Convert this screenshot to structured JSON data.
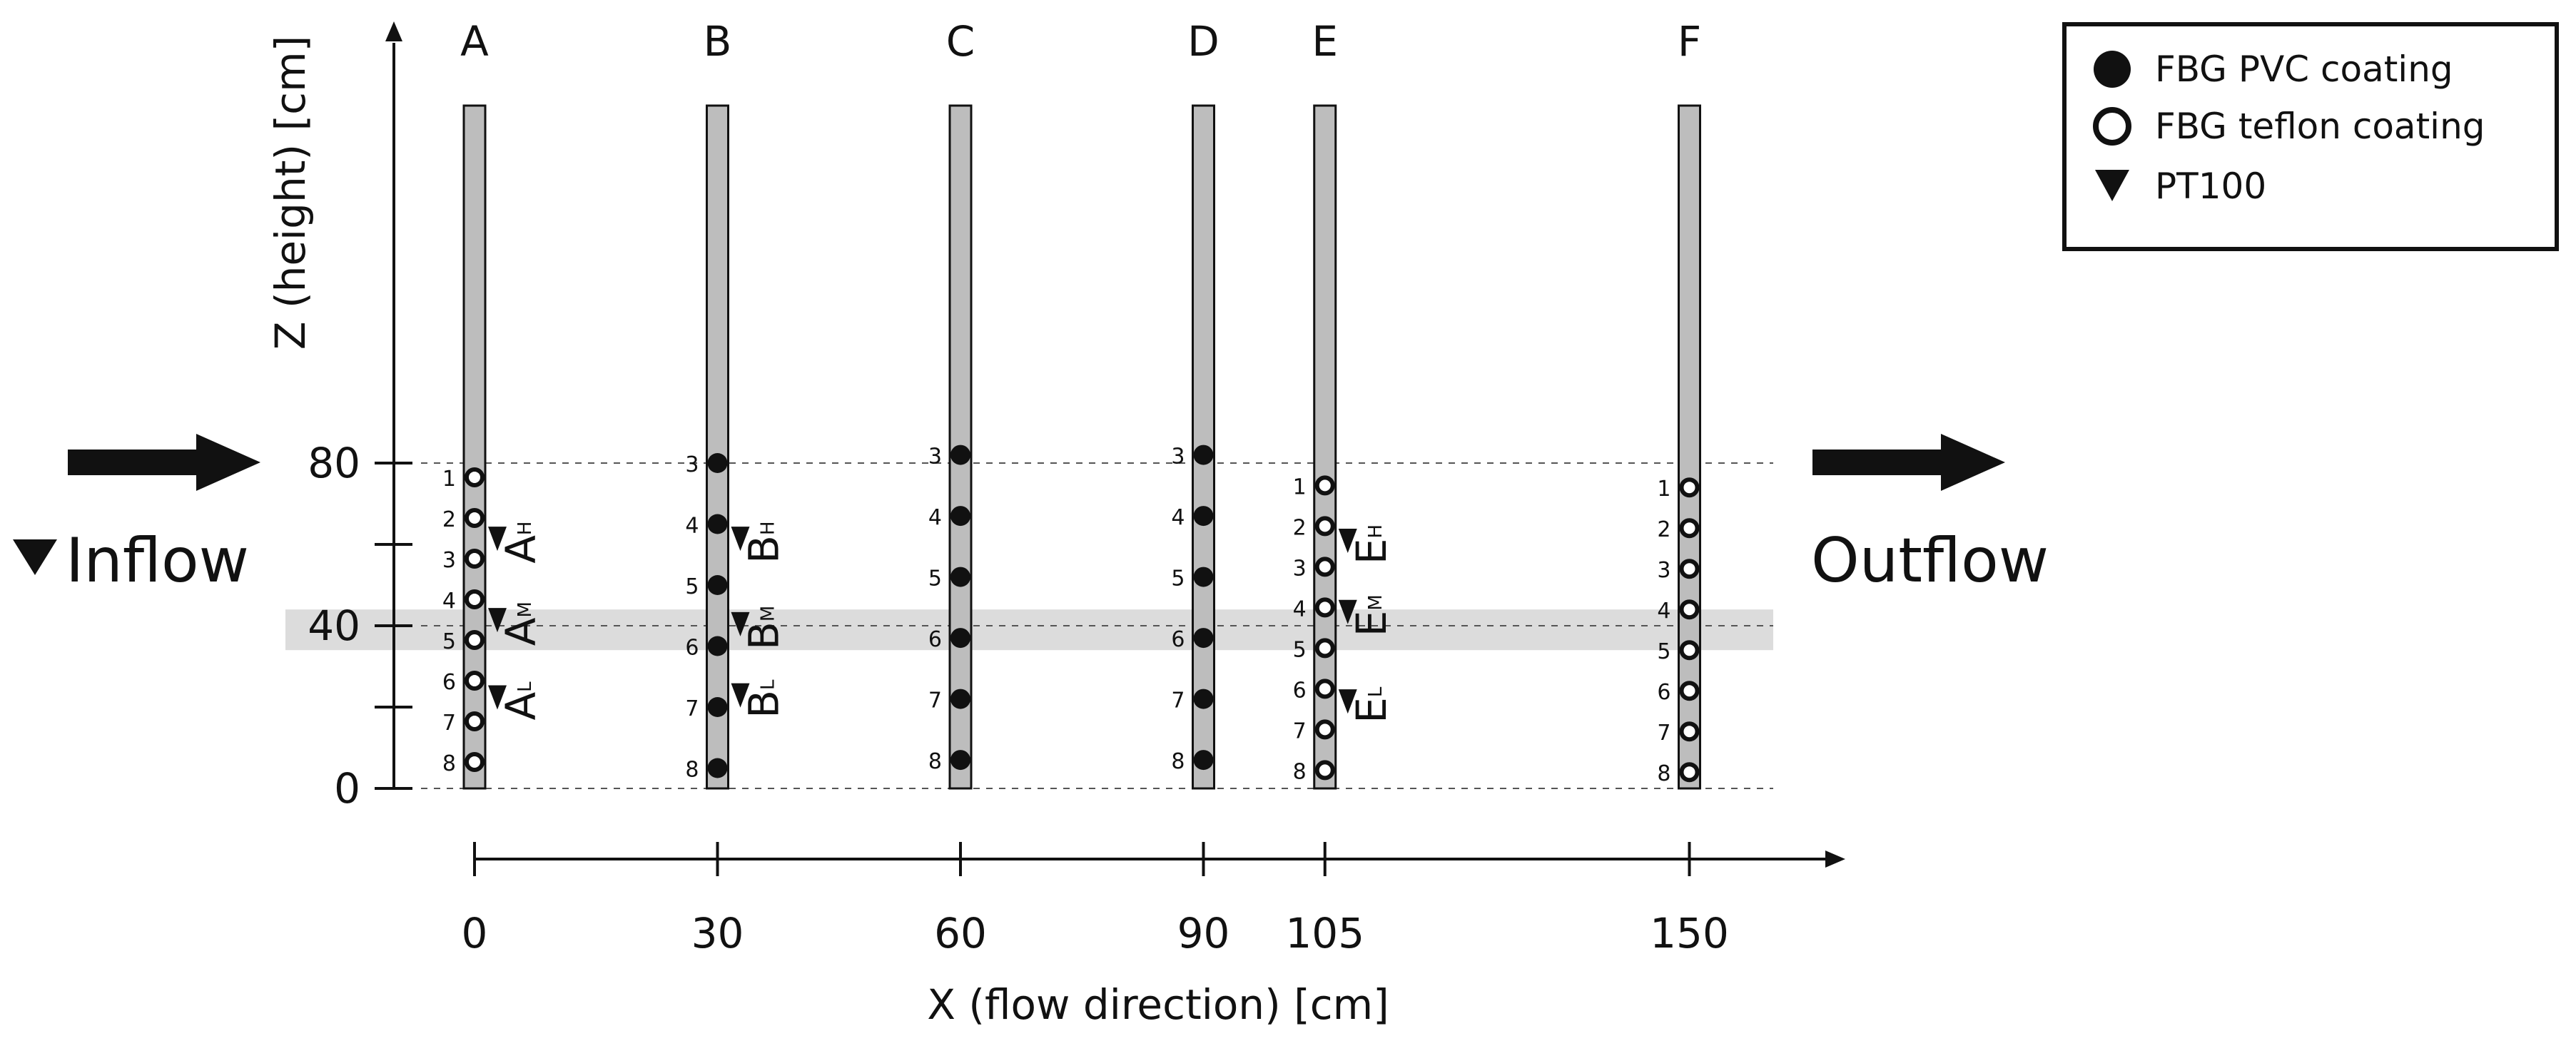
{
  "axes": {
    "x_label": "X (flow direction) [cm]",
    "z_label": "Z (height) [cm]",
    "x_ticks": [
      "0",
      "30",
      "60",
      "90",
      "105",
      "150"
    ],
    "z_ticks": [
      {
        "label": "0",
        "value": 0
      },
      {
        "label": "",
        "value": 20
      },
      {
        "label": "40",
        "value": 40
      },
      {
        "label": "",
        "value": 60
      },
      {
        "label": "80",
        "value": 80
      }
    ]
  },
  "flow": {
    "inflow": "Inflow",
    "outflow": "Outflow",
    "highlight_band_cm": [
      34,
      44
    ]
  },
  "columns": [
    {
      "name": "A",
      "x_cm": 0,
      "coating": "teflon",
      "sensor_numbers": [
        "1",
        "2",
        "3",
        "4",
        "5",
        "6",
        "7",
        "8"
      ],
      "sensor_heights_cm": [
        76.5,
        66.5,
        56.5,
        46.5,
        36.5,
        26.5,
        16.5,
        6.5
      ],
      "pt100": [
        {
          "main": "A",
          "sub": "H",
          "z_cm": 60.5
        },
        {
          "main": "A",
          "sub": "M",
          "z_cm": 40.5
        },
        {
          "main": "A",
          "sub": "L",
          "z_cm": 21.5
        }
      ]
    },
    {
      "name": "B",
      "x_cm": 30,
      "coating": "pvc",
      "sensor_numbers": [
        "3",
        "4",
        "5",
        "6",
        "7",
        "8"
      ],
      "sensor_heights_cm": [
        80,
        65,
        50,
        35,
        20,
        5
      ],
      "pt100": [
        {
          "main": "B",
          "sub": "H",
          "z_cm": 60.5
        },
        {
          "main": "B",
          "sub": "M",
          "z_cm": 39.5
        },
        {
          "main": "B",
          "sub": "L",
          "z_cm": 22
        }
      ]
    },
    {
      "name": "C",
      "x_cm": 60,
      "coating": "pvc",
      "sensor_numbers": [
        "3",
        "4",
        "5",
        "6",
        "7",
        "8"
      ],
      "sensor_heights_cm": [
        82,
        67,
        52,
        37,
        22,
        7
      ],
      "pt100": []
    },
    {
      "name": "D",
      "x_cm": 90,
      "coating": "pvc",
      "sensor_numbers": [
        "3",
        "4",
        "5",
        "6",
        "7",
        "8"
      ],
      "sensor_heights_cm": [
        82,
        67,
        52,
        37,
        22,
        7
      ],
      "pt100": []
    },
    {
      "name": "E",
      "x_cm": 105,
      "coating": "teflon",
      "sensor_numbers": [
        "1",
        "2",
        "3",
        "4",
        "5",
        "6",
        "7",
        "8"
      ],
      "sensor_heights_cm": [
        74.5,
        64.5,
        54.5,
        44.5,
        34.5,
        24.5,
        14.5,
        4.5
      ],
      "pt100": [
        {
          "main": "E",
          "sub": "H",
          "z_cm": 60
        },
        {
          "main": "E",
          "sub": "M",
          "z_cm": 42.5
        },
        {
          "main": "E",
          "sub": "L",
          "z_cm": 20.5
        }
      ]
    },
    {
      "name": "F",
      "x_cm": 150,
      "coating": "teflon",
      "sensor_numbers": [
        "1",
        "2",
        "3",
        "4",
        "5",
        "6",
        "7",
        "8"
      ],
      "sensor_heights_cm": [
        74,
        64,
        54,
        44,
        34,
        24,
        14,
        4
      ],
      "pt100": []
    }
  ],
  "legend": [
    {
      "symbol": "filled-circle",
      "label": "FBG PVC coating"
    },
    {
      "symbol": "open-circle",
      "label": "FBG teflon coating"
    },
    {
      "symbol": "down-triangle",
      "label": "PT100"
    }
  ],
  "colors": {
    "rod_fill": "#bdbdbd",
    "band_fill": "#dcdcdc",
    "ink": "#111111"
  }
}
